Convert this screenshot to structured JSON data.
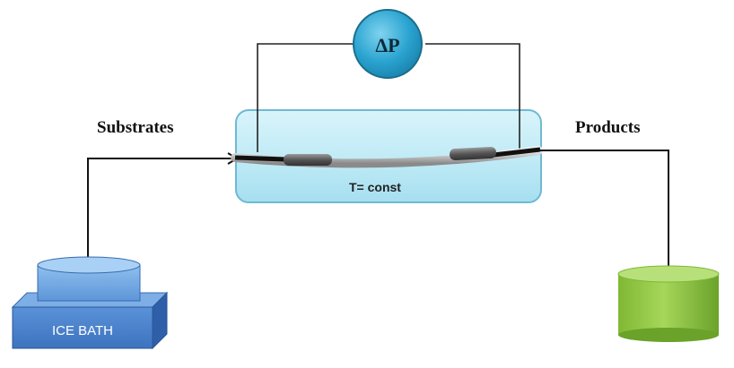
{
  "labels": {
    "substrates": "Substrates",
    "products": "Products",
    "pressure": "ΔP",
    "temperature": "T= const",
    "ice_bath": "ICE BATH"
  },
  "colors": {
    "chamber_fill": "#bfeaf6",
    "chamber_stroke": "#6fb9d3",
    "gauge_fill": "#2aa3d0",
    "gauge_stroke": "#1b6e8c",
    "ice_bath_top": "#6fa6e0",
    "ice_bath_base": "#3f79c8",
    "product_container": "#8cc63f",
    "line": "#111111"
  }
}
